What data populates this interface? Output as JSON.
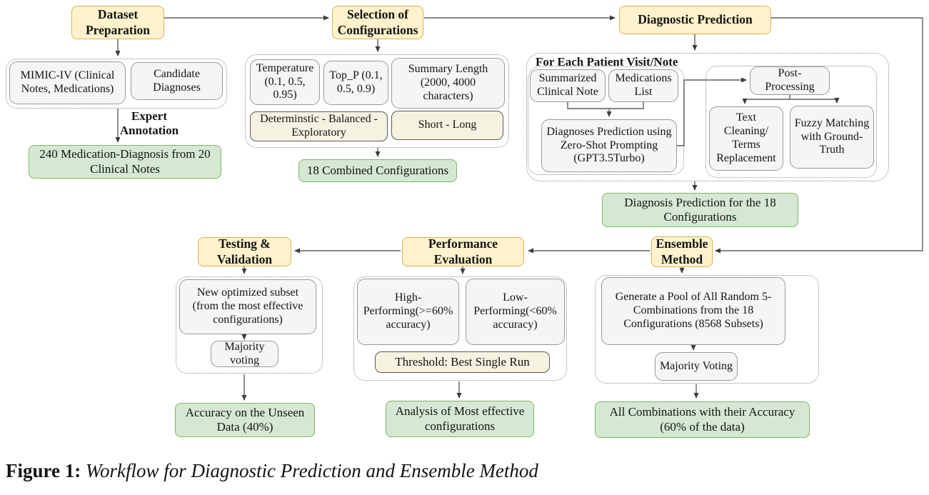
{
  "colors": {
    "header_fill": "#fff2cc",
    "header_border": "#d6b656",
    "process_fill": "#f5f5f5",
    "process_border": "#9a9a9a",
    "output_fill": "#d5e8d4",
    "output_border": "#82b366",
    "accent_fill": "#f6f2e1",
    "accent_border": "#5a5a5a"
  },
  "headers": {
    "dataset": "Dataset Preparation",
    "selection": "Selection of Configurations",
    "diagnostic": "Diagnostic Prediction",
    "testing": "Testing & Validation",
    "performance": "Performance Evaluation",
    "ensemble": "Ensemble Method"
  },
  "dataset": {
    "mimic": "MIMIC-IV (Clinical Notes, Medications)",
    "candidate": "Candidate Diagnoses",
    "annotation": "Expert Annotation",
    "output": "240 Medication-Diagnosis from 20 Clinical Notes"
  },
  "selection": {
    "temperature": "Temperature (0.1, 0.5, 0.95)",
    "top_p": "Top_P (0.1, 0.5, 0.9)",
    "summary_length": "Summary Length (2000, 4000 characters)",
    "deterministic": "Determinstic - Balanced - Exploratory",
    "short_long": "Short - Long",
    "output": "18 Combined Configurations"
  },
  "diagnostic": {
    "loop_label": "For Each Patient Visit/Note",
    "summarized_note": "Summarized Clinical Note",
    "medications_list": "Medications List",
    "diagnoses_prediction": "Diagnoses Prediction using Zero-Shot Prompting (GPT3.5Turbo)",
    "post_processing": "Post-Processing",
    "text_cleaning": "Text Cleaning/ Terms Replacement",
    "fuzzy_matching": "Fuzzy Matching with Ground-Truth",
    "output": "Diagnosis Prediction for the 18 Configurations"
  },
  "testing": {
    "new_subset": "New optimized subset (from the most effective configurations)",
    "majority_voting": "Majority voting",
    "output": "Accuracy on the Unseen Data (40%)"
  },
  "performance": {
    "high": "High-Performing(>=60% accuracy)",
    "low": "Low-Performing(<60% accuracy)",
    "threshold": "Threshold: Best Single Run",
    "output": "Analysis of Most effective configurations"
  },
  "ensemble": {
    "generate_pool": "Generate a Pool of All Random 5-Combinations from the 18 Configurations (8568 Subsets)",
    "majority_voting": "Majority Voting",
    "output": "All Combinations with their Accuracy (60% of the data)"
  },
  "caption": {
    "label": "Figure 1:",
    "title": "Workflow for Diagnostic Prediction and Ensemble Method"
  }
}
